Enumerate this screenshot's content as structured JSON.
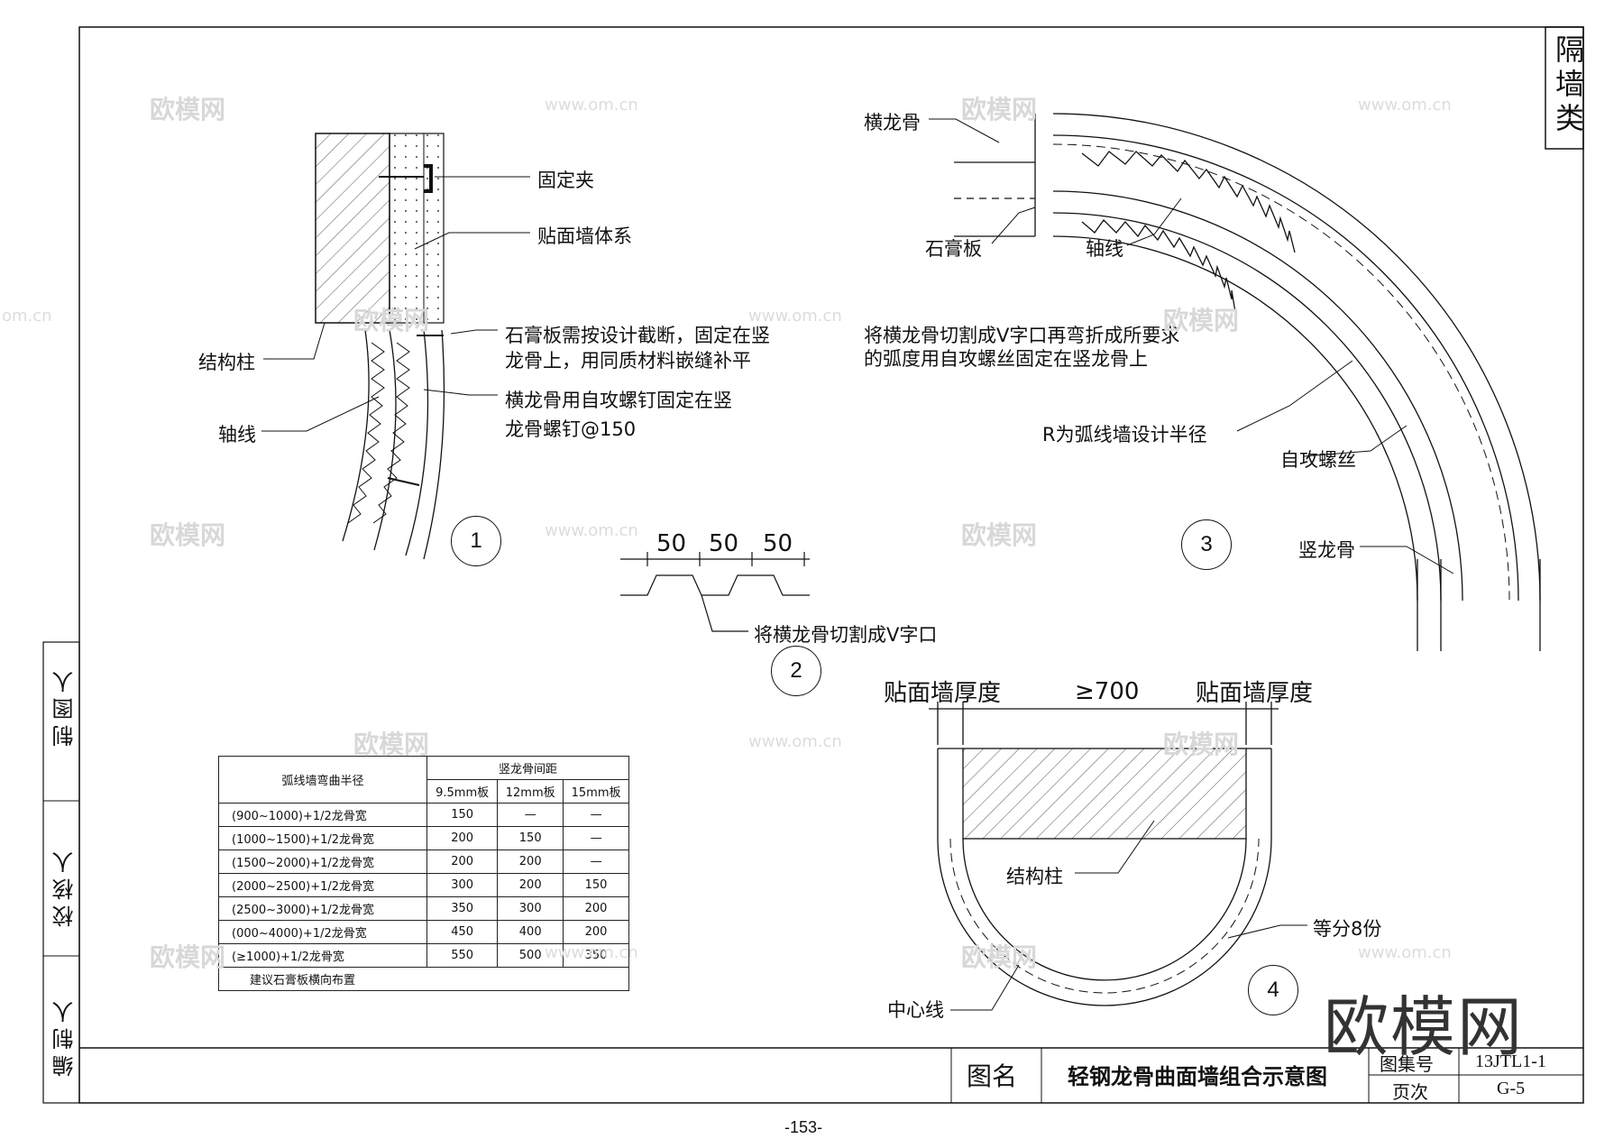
{
  "sheet": {
    "category": "隔墙类",
    "page_number": "-153-",
    "title_block": {
      "name_label": "图名",
      "title": "轻钢龙骨曲面墙组合示意图",
      "atlas_label": "图集号",
      "atlas_value": "13JTL1-1",
      "page_label": "页次",
      "page_value": "G-5"
    },
    "side_block": [
      "制图人",
      "校核人",
      "编制人"
    ]
  },
  "detail1": {
    "number": "1",
    "labels": {
      "clip": "固定夹",
      "veneer": "贴面墙体系",
      "gypsum_note_1": "石膏板需按设计截断，固定在竖",
      "gypsum_note_2": "龙骨上，用同质材料嵌缝补平",
      "column": "结构柱",
      "track_note_1": "横龙骨用自攻螺钉固定在竖",
      "track_note_2": "龙骨螺钉@150",
      "axis": "轴线"
    }
  },
  "detail2": {
    "number": "2",
    "dims": [
      "50",
      "50",
      "50"
    ],
    "note": "将横龙骨切割成V字口"
  },
  "detail3": {
    "number": "3",
    "labels": {
      "track": "横龙骨",
      "gypsum": "石膏板",
      "axis": "轴线",
      "note_1": "将横龙骨切割成V字口再弯折成所要求",
      "note_2": "的弧度用自攻螺丝固定在竖龙骨上",
      "radius": "R为弧线墙设计半径",
      "screw": "自攻螺丝",
      "stud": "竖龙骨"
    }
  },
  "detail4": {
    "number": "4",
    "labels": {
      "thick_left": "贴面墙厚度",
      "dim": "≥700",
      "thick_right": "贴面墙厚度",
      "column": "结构柱",
      "divide": "等分8份",
      "center": "中心线"
    }
  },
  "table": {
    "header_radius": "弧线墙弯曲半径",
    "header_spacing": "竖龙骨间距",
    "subheaders": [
      "9.5mm板",
      "12mm板",
      "15mm板"
    ],
    "rows": [
      [
        "(900~1000)+1/2龙骨宽",
        "150",
        "—",
        "—"
      ],
      [
        "(1000~1500)+1/2龙骨宽",
        "200",
        "150",
        "—"
      ],
      [
        "(1500~2000)+1/2龙骨宽",
        "200",
        "200",
        "—"
      ],
      [
        "(2000~2500)+1/2龙骨宽",
        "300",
        "200",
        "150"
      ],
      [
        "(2500~3000)+1/2龙骨宽",
        "350",
        "300",
        "200"
      ],
      [
        "(000~4000)+1/2龙骨宽",
        "450",
        "400",
        "200"
      ],
      [
        "(≥1000)+1/2龙骨宽",
        "550",
        "500",
        "350"
      ]
    ],
    "footer": "建议石膏板横向布置"
  },
  "watermarks": {
    "logo": "欧模网",
    "url": "www.om.cn",
    "url_short": "om.cn",
    "big": "欧模网"
  }
}
